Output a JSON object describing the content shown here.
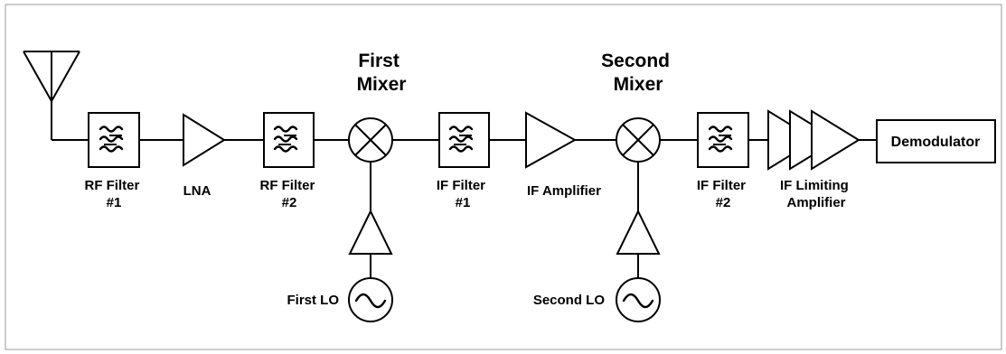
{
  "labels": {
    "rf_filter_1": [
      "RF Filter",
      "#1"
    ],
    "lna": "LNA",
    "rf_filter_2": [
      "RF Filter",
      "#2"
    ],
    "first_mixer_title": [
      "First",
      "Mixer"
    ],
    "first_lo": "First LO",
    "if_filter_1": [
      "IF Filter",
      "#1"
    ],
    "if_amplifier": "IF Amplifier",
    "second_mixer_title": [
      "Second",
      "Mixer"
    ],
    "second_lo": "Second LO",
    "if_filter_2": [
      "IF Filter",
      "#2"
    ],
    "if_limiting_amplifier": [
      "IF Limiting",
      "Amplifier"
    ],
    "demodulator": "Demodulator"
  },
  "colors": {
    "line": "#000000",
    "background": "#ffffff",
    "frame": "#9a9a9a"
  }
}
